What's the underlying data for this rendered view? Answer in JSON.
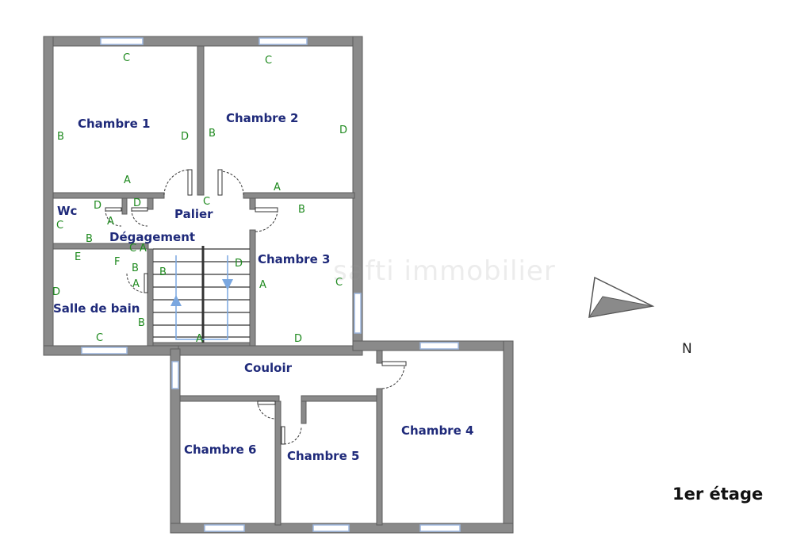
{
  "floor_label": "1er étage",
  "north_label": "N",
  "watermark": "safti immobilier",
  "colors": {
    "wall": "#8a8a8a",
    "wall_edge": "#5c5c5c",
    "room_text": "#1f2a7a",
    "wall_letter": "#1f8a1f",
    "arrow": "#7aa7e0"
  },
  "rooms": [
    {
      "id": "chambre-1",
      "label": "Chambre 1"
    },
    {
      "id": "chambre-2",
      "label": "Chambre 2"
    },
    {
      "id": "palier",
      "label": "Palier"
    },
    {
      "id": "wc",
      "label": "Wc"
    },
    {
      "id": "degagement",
      "label": "Dégagement"
    },
    {
      "id": "chambre-3",
      "label": "Chambre 3"
    },
    {
      "id": "salle-de-bain",
      "label": "Salle de bain"
    },
    {
      "id": "couloir",
      "label": "Couloir"
    },
    {
      "id": "chambre-4",
      "label": "Chambre 4"
    },
    {
      "id": "chambre-6",
      "label": "Chambre 6"
    },
    {
      "id": "chambre-5",
      "label": "Chambre 5"
    }
  ],
  "wall_letters": [
    "C",
    "C",
    "B",
    "D",
    "B",
    "D",
    "A",
    "A",
    "C",
    "D",
    "D",
    "B",
    "C",
    "A",
    "B",
    "C",
    "A",
    "E",
    "F",
    "B",
    "D",
    "B",
    "A",
    "D",
    "A",
    "C",
    "D",
    "C",
    "B",
    "A"
  ],
  "icons": [
    "north-arrow-icon",
    "stair-arrow-up-icon",
    "stair-arrow-down-icon",
    "door-swing-icon"
  ]
}
